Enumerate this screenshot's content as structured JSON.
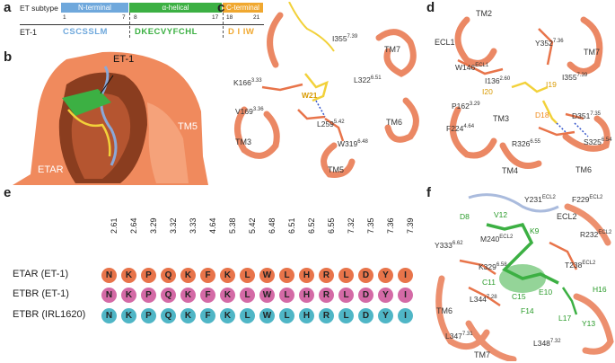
{
  "panels": {
    "a": "a",
    "b": "b",
    "c": "c",
    "d": "d",
    "e": "e",
    "f": "f"
  },
  "panel_a": {
    "subtype_label": "ET subtype",
    "segments": [
      {
        "label": "N-terminal",
        "color": "#6fa8dc"
      },
      {
        "label": "α-helical",
        "color": "#3cb043"
      },
      {
        "label": "C-terminal",
        "color": "#f0a830"
      }
    ],
    "ticks": [
      "1",
      "7",
      "8",
      "17",
      "18",
      "21"
    ],
    "row_label": "ET-1",
    "seq_n": "CSCSSLM",
    "seq_h": "DKECVYFCHL",
    "seq_c": "D I IW"
  },
  "panel_b": {
    "et1_label": "ET-1",
    "tm5_label": "TM5",
    "receptor_label": "ETAR"
  },
  "panel_c": {
    "labels": {
      "i355": "I355",
      "i355_sup": "7.39",
      "tm7": "TM7",
      "k166": "K166",
      "k166_sup": "3.33",
      "l322": "L322",
      "l322_sup": "6.51",
      "w21": "W21",
      "v169": "V169",
      "v169_sup": "3.36",
      "l259": "L259",
      "l259_sup": "5.42",
      "tm6": "TM6",
      "w319": "W319",
      "w319_sup": "6.48",
      "tm3": "TM3",
      "tm5": "TM5"
    }
  },
  "panel_d": {
    "labels": {
      "tm2": "TM2",
      "ecl1": "ECL1",
      "y352": "Y352",
      "y352_sup": "7.36",
      "tm7": "TM7",
      "w146": "W146",
      "w146_sup": "ECL1",
      "i136": "I136",
      "i136_sup": "2.60",
      "i355": "I355",
      "i355_sup": "7.39",
      "i20": "I20",
      "i19": "I19",
      "p162": "P162",
      "p162_sup": "3.29",
      "tm3": "TM3",
      "d18": "D18",
      "d351": "D351",
      "d351_sup": "7.35",
      "f224": "F224",
      "f224_sup": "4.64",
      "r326": "R326",
      "r326_sup": "6.55",
      "s325": "S325",
      "s325_sup": "6.54",
      "tm4": "TM4",
      "tm6": "TM6"
    }
  },
  "panel_e": {
    "positions": [
      "2.61",
      "2.64",
      "3.29",
      "3.32",
      "3.33",
      "4.64",
      "5.38",
      "5.42",
      "6.48",
      "6.51",
      "6.52",
      "6.55",
      "7.32",
      "7.35",
      "7.36",
      "7.39"
    ],
    "rows": [
      {
        "label": "ETAR (ET-1)",
        "color": "#e8744a",
        "residues": [
          "N",
          "K",
          "P",
          "Q",
          "K",
          "F",
          "K",
          "L",
          "W",
          "L",
          "H",
          "R",
          "L",
          "D",
          "Y",
          "I"
        ]
      },
      {
        "label": "ETBR (ET-1)",
        "color": "#d46aa6",
        "residues": [
          "N",
          "K",
          "P",
          "Q",
          "K",
          "F",
          "K",
          "L",
          "W",
          "L",
          "H",
          "R",
          "L",
          "D",
          "Y",
          "I"
        ]
      },
      {
        "label": "ETBR (IRL1620)",
        "color": "#4fb6c6",
        "residues": [
          "N",
          "K",
          "P",
          "Q",
          "K",
          "F",
          "K",
          "L",
          "W",
          "L",
          "H",
          "R",
          "L",
          "D",
          "Y",
          "I"
        ]
      }
    ]
  },
  "panel_f": {
    "labels": {
      "y231": "Y231",
      "y231_sup": "ECL2",
      "f229": "F229",
      "f229_sup": "ECL2",
      "d8": "D8",
      "v12": "V12",
      "ecl2": "ECL2",
      "k9": "K9",
      "r232": "R232",
      "r232_sup": "ECL2",
      "m240": "M240",
      "m240_sup": "ECL2",
      "y333": "Y333",
      "y333_sup": "6.62",
      "k329": "K329",
      "k329_sup": "6.58",
      "c11": "C11",
      "t238": "T238",
      "t238_sup": "ECL2",
      "c15": "C15",
      "e10": "E10",
      "h16": "H16",
      "l344": "L344",
      "l344_sup": "7.28",
      "f14": "F14",
      "tm6": "TM6",
      "l17": "L17",
      "y13": "Y13",
      "l347": "L347",
      "l347_sup": "7.31",
      "l348": "L348",
      "l348_sup": "7.32",
      "tm7": "TM7"
    }
  },
  "colors": {
    "receptor": "#e8744a",
    "ligand_yellow": "#f2d13a",
    "ligand_green": "#3cb043"
  }
}
